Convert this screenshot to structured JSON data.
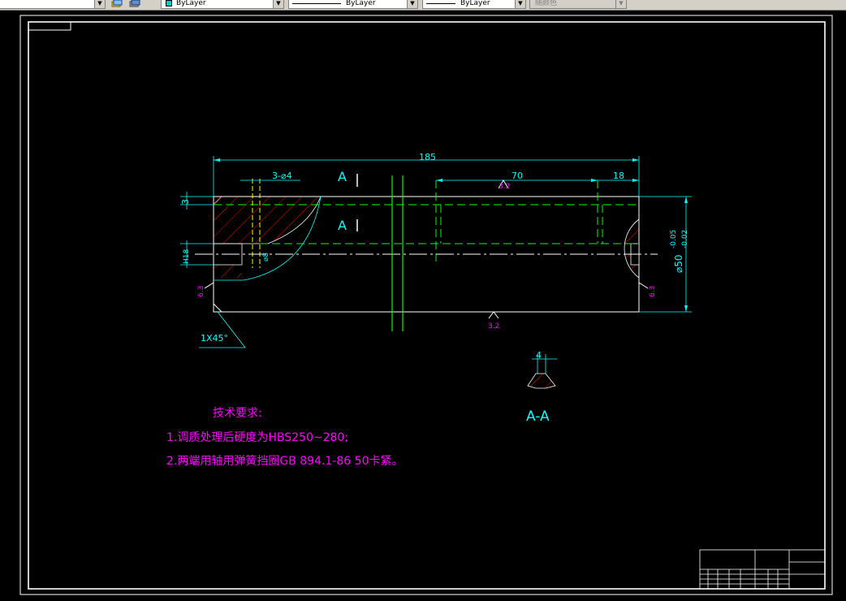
{
  "toolbar": {
    "layer_dropdown": "ByLayer",
    "linetype_dropdown": "ByLayer",
    "lineweight_dropdown": "ByLayer",
    "plotstyle_dropdown": "随颜色",
    "icons": [
      "layer-manager-icon",
      "layer-previous-icon"
    ]
  },
  "drawing": {
    "dimensions": {
      "overall_length": "185",
      "holes": "3-⌀4",
      "keyway_length": "70",
      "end_offset": "18",
      "top_depth": "3",
      "left_height": "H18",
      "hole_dia": "⌀8",
      "diameter": "⌀50",
      "tol_upper": "-0.05",
      "tol_lower": "-0.02",
      "chamfer": "1X45°",
      "section_width": "4"
    },
    "roughness": {
      "left": "6.3",
      "right": "6.3",
      "top": "3.2",
      "bottom": "3.2"
    },
    "section_labels": {
      "top": "A",
      "bottom": "A",
      "view_title": "A-A"
    },
    "notes": {
      "heading": "技术要求:",
      "line1": "1.调质处理后硬度为HBS250~280;",
      "line2": "2.两端用轴用弹簧挡圈GB 894.1-86 50卡紧。"
    }
  },
  "colors": {
    "background": "#000000",
    "frame": "#ffffff",
    "dimension": "#00ffff",
    "centerline": "#00ff00",
    "hatch": "#ff0000",
    "notes": "#ff00ff",
    "hidden": "#ffff00"
  }
}
